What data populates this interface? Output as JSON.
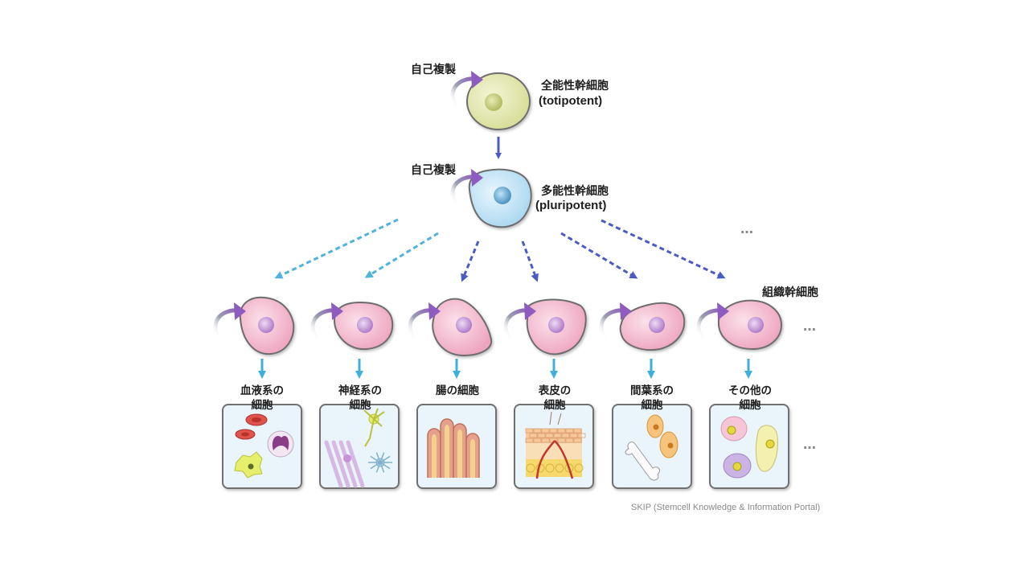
{
  "top": {
    "self_renewal": "自己複製",
    "name": "全能性幹細胞",
    "name_en": "(totipotent)"
  },
  "middle": {
    "self_renewal": "自己複製",
    "name": "多能性幹細胞",
    "name_en": "(pluripotent)"
  },
  "tissue_label": "組織幹細胞",
  "ellipsis": "…",
  "columns": [
    {
      "line1": "血液系の",
      "line2": "細胞"
    },
    {
      "line1": "神経系の",
      "line2": "細胞"
    },
    {
      "line1": "",
      "line2": "腸の細胞"
    },
    {
      "line1": "表皮の",
      "line2": "細胞"
    },
    {
      "line1": "間葉系の",
      "line2": "細胞"
    },
    {
      "line1": "その他の",
      "line2": "細胞"
    }
  ],
  "credit": "SKIP (Stemcell Knowledge & Information Portal)",
  "colors": {
    "totipotent_fill": "#dfe3a8",
    "pluripotent_fill": "#bfe2f4",
    "tissue_fill": "#f3b5cb",
    "nucleus": "#c49ad8",
    "renewal_arrow": "#8e5bbf",
    "solid_arrow": "#4a5bc2",
    "dashed_dark": "#4a5bc2",
    "dashed_light": "#4fb3dd",
    "box_fill": "#e9f4fb"
  }
}
